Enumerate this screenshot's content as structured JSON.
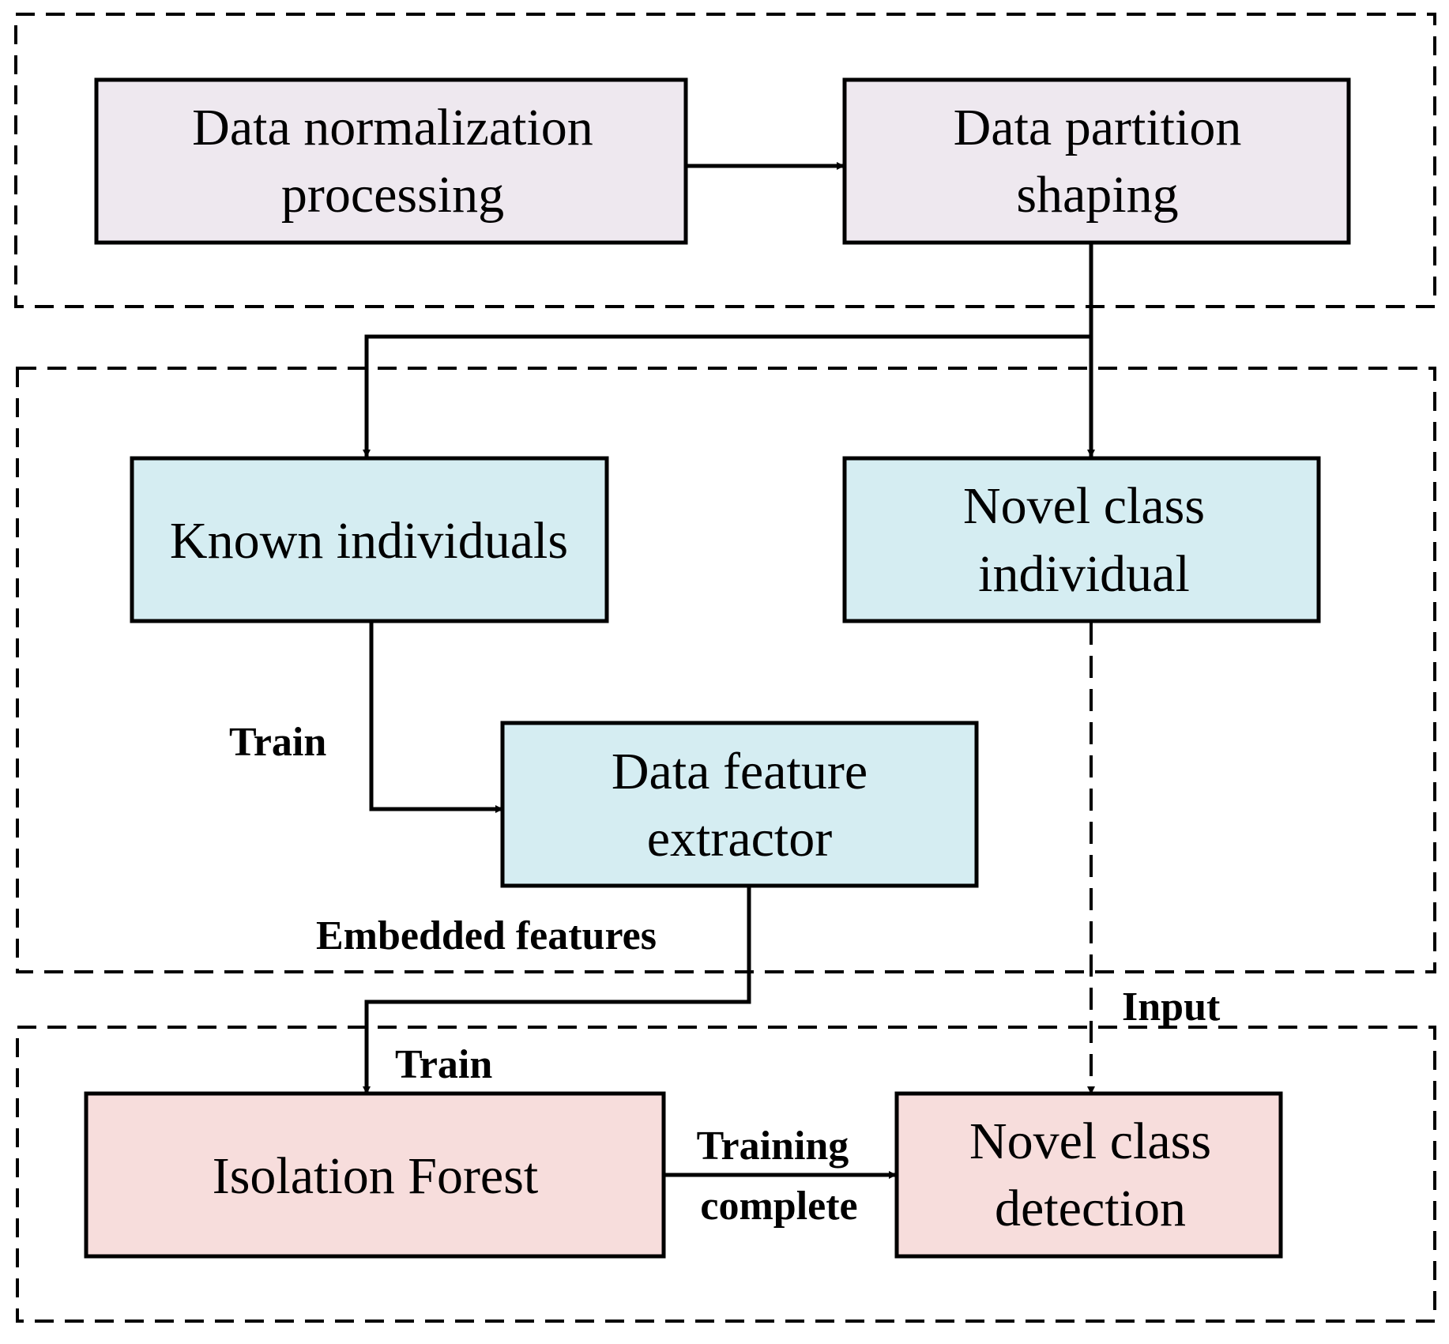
{
  "nodes": {
    "normalization": {
      "lines": [
        "Data normalization",
        "processing"
      ],
      "fill": "#EEE8EF"
    },
    "partition": {
      "lines": [
        "Data partition",
        "shaping"
      ],
      "fill": "#EEE8EF"
    },
    "known": {
      "lines": [
        "Known individuals"
      ],
      "fill": "#D5EDF2"
    },
    "novel_individual": {
      "lines": [
        "Novel class",
        "individual"
      ],
      "fill": "#D5EDF2"
    },
    "extractor": {
      "lines": [
        "Data feature",
        "extractor"
      ],
      "fill": "#D5EDF2"
    },
    "isolation_forest": {
      "lines": [
        "Isolation Forest"
      ],
      "fill": "#F7DDDC"
    },
    "novel_detection": {
      "lines": [
        "Novel class",
        "detection"
      ],
      "fill": "#F7DDDC"
    }
  },
  "edge_labels": {
    "train_extractor": [
      "Train"
    ],
    "embedded_features": [
      "Embedded features"
    ],
    "input": [
      "Input"
    ],
    "train_forest": [
      "Train"
    ],
    "training_complete": [
      "Training",
      "complete"
    ]
  },
  "colors": {
    "stroke": "#000000",
    "background": "#FFFFFF"
  }
}
